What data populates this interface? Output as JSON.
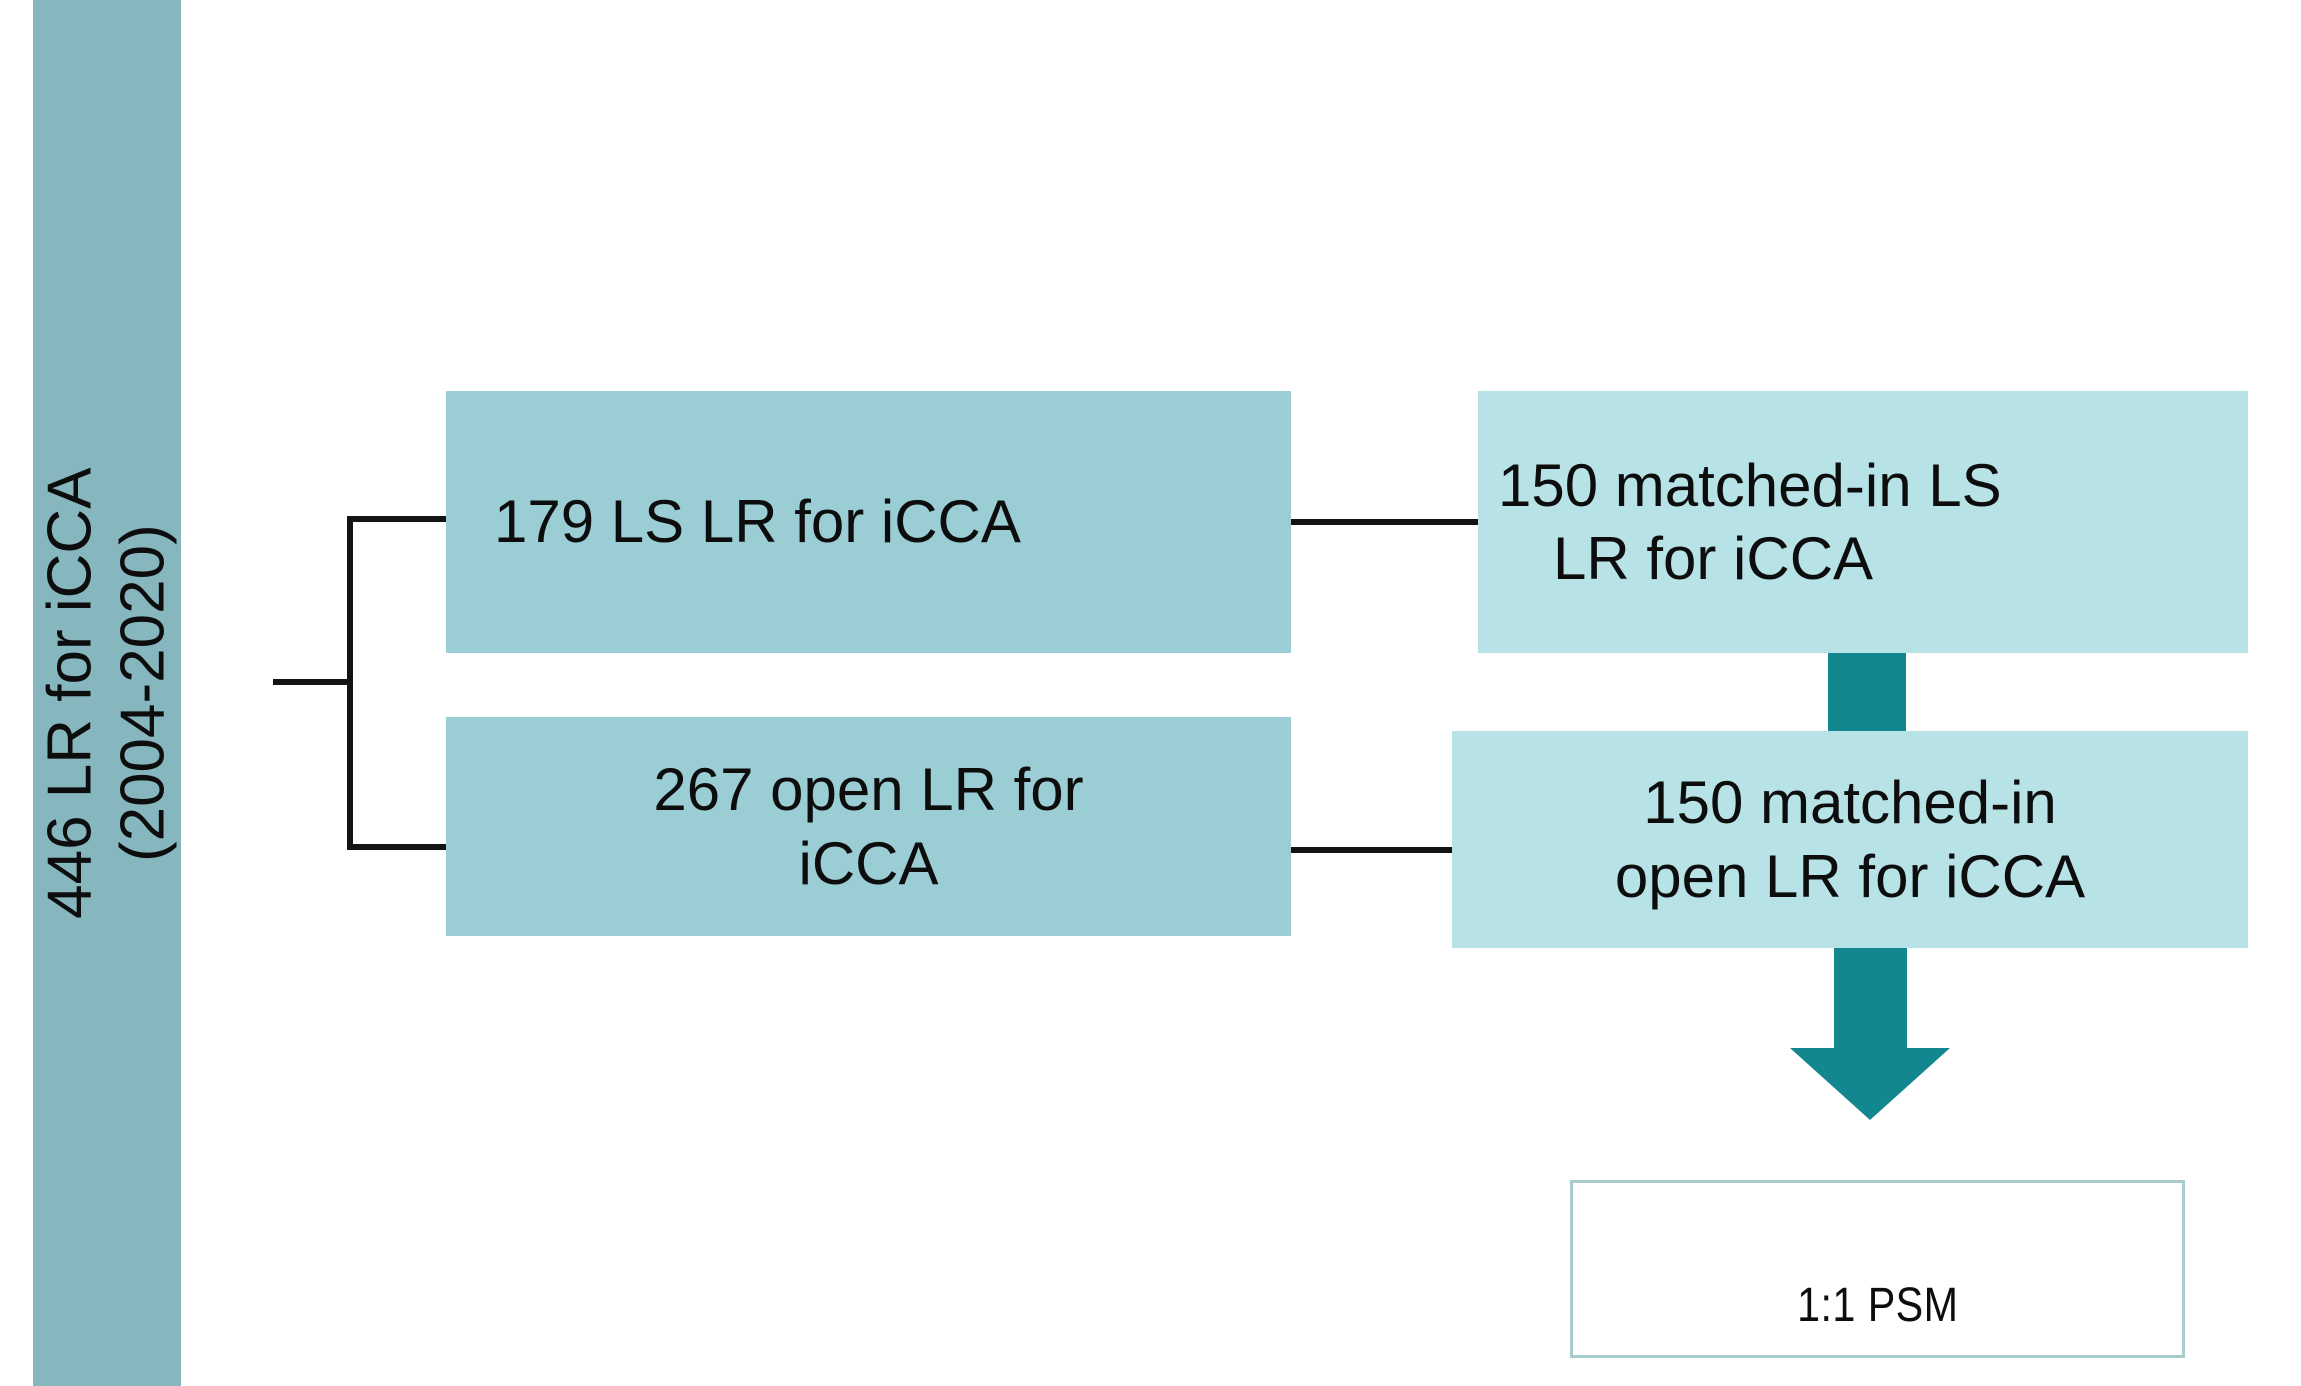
{
  "diagram": {
    "title": "iCCA liver resection cohort flow diagram",
    "colors": {
      "source_bar": "#86b6be",
      "mid_box": "#9bced4",
      "right_box": "#b7e3e7",
      "arrow": "#13878f",
      "connector_line": "#131313",
      "outcome_border": "#a6ccce",
      "background": "#ffffff",
      "text": "#0d0d0d"
    },
    "source": {
      "line1": "446 LR for iCCA",
      "line2": "(2004-2020)"
    },
    "mid_column": [
      {
        "id": "ls-lr",
        "line1": "179 LS LR for iCCA"
      },
      {
        "id": "open-lr",
        "line1": "267 open LR for",
        "line2": "iCCA"
      }
    ],
    "right_column": [
      {
        "id": "matched-ls",
        "line1": "150 matched-in LS",
        "line2": "LR for iCCA"
      },
      {
        "id": "matched-open",
        "line1": "150 matched-in",
        "line2": "open LR for iCCA"
      }
    ],
    "outcome": {
      "label": "1:1 PSM"
    }
  }
}
